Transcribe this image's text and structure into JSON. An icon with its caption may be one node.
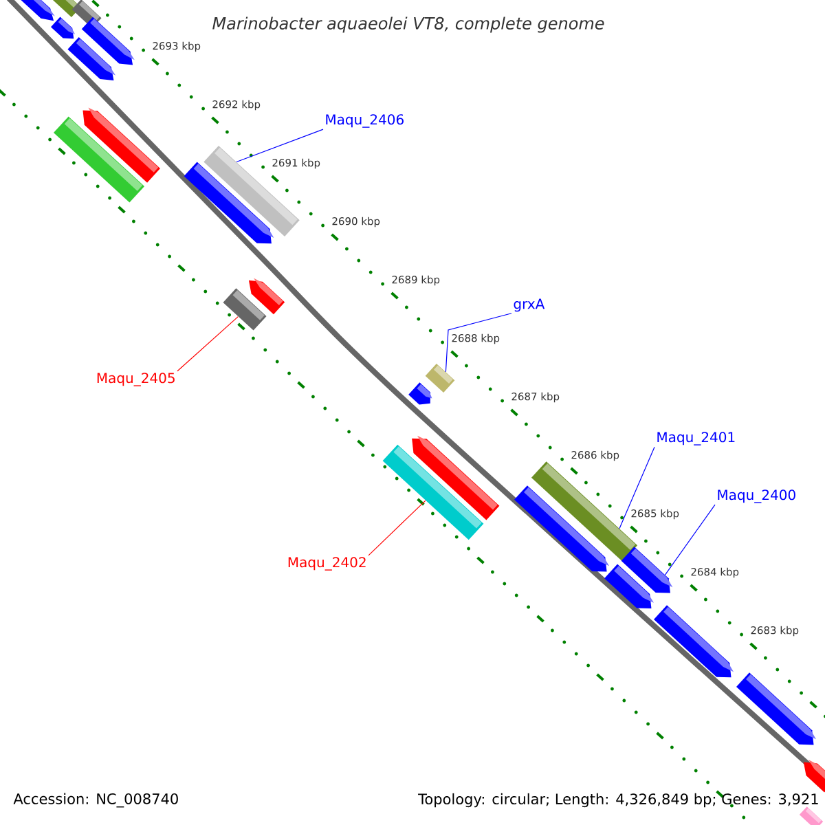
{
  "diagram": {
    "title": "Marinobacter aquaeolei VT8, complete genome",
    "nodes": [
      {
        "text": [
          "Maqu_2406"
        ]
      },
      {
        "text": [
          "grxA"
        ]
      },
      {
        "text": [
          "Maqu_2405"
        ]
      },
      {
        "text": [
          "Maqu_2401"
        ]
      },
      {
        "text": [
          "Maqu_2400"
        ]
      },
      {
        "text": [
          "Maqu_2402"
        ]
      },
      {
        "text": [],
        "shape": "bar"
      },
      {
        "text": [],
        "shape": "arrow"
      },
      {
        "text": [],
        "shape": "bar"
      },
      {
        "text": [],
        "shape": "arrow"
      },
      {
        "text": [],
        "shape": "arrow"
      },
      {
        "text": [],
        "shape": "arrow"
      },
      {
        "text": [],
        "shape": "arrow"
      },
      {
        "text": [],
        "shape": "bar"
      },
      {
        "text": [],
        "shape": "bar"
      },
      {
        "text": [],
        "shape": "arrow"
      },
      {
        "text": [],
        "shape": "arrow"
      },
      {
        "text": [],
        "shape": "bar"
      },
      {
        "text": [],
        "shape": "bar"
      },
      {
        "text": [],
        "shape": "arrow"
      },
      {
        "text": [],
        "shape": "arrow"
      },
      {
        "text": [],
        "shape": "bar"
      },
      {
        "text": [],
        "shape": "bar"
      },
      {
        "text": [],
        "shape": "arrow"
      },
      {
        "text": [],
        "shape": "arrow"
      },
      {
        "text": [],
        "shape": "arrow"
      },
      {
        "text": [],
        "shape": "arrow"
      },
      {
        "text": [],
        "shape": "arrow"
      },
      {
        "text": [],
        "shape": "arrow"
      },
      {
        "text": [],
        "shape": "bar"
      }
    ],
    "edges": [
      {
        "from": 0,
        "to": 14,
        "arrow": "none"
      },
      {
        "from": 1,
        "to": 18,
        "arrow": "none"
      },
      {
        "from": 2,
        "to": 17,
        "arrow": "none",
        "color": "#ff0000"
      },
      {
        "from": 3,
        "to": 22,
        "arrow": "none"
      },
      {
        "from": 4,
        "to": 24,
        "arrow": "none"
      },
      {
        "from": 5,
        "to": 21,
        "arrow": "none",
        "color": "#ff0000"
      }
    ],
    "labels": [
      "2693 kbp",
      "2692 kbp",
      "2691 kbp",
      "2690 kbp",
      "2689 kbp",
      "2688 kbp",
      "2687 kbp",
      "2686 kbp",
      "2685 kbp",
      "2684 kbp",
      "2683 kbp",
      "Accession: NC_008740",
      "Topology: circular; Length: 4,326,849 bp; Genes: 3,921"
    ]
  }
}
